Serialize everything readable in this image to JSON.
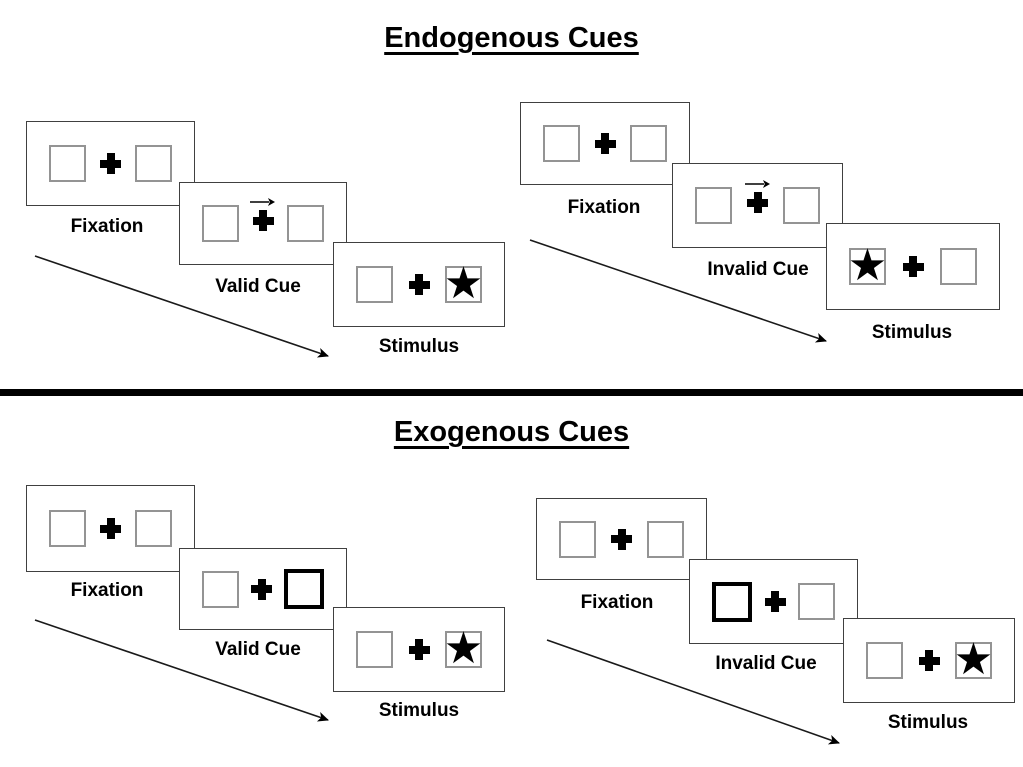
{
  "colors": {
    "background": "#ffffff",
    "panel_border": "#404040",
    "placeholder_box_border": "#949494",
    "ink": "#000000"
  },
  "icons": {
    "star": "★",
    "fixation_cross": "+",
    "cue_arrow_direction": "right"
  },
  "sections": [
    {
      "title": "Endogenous Cues",
      "groups": [
        {
          "name": "valid-trial",
          "panels": [
            {
              "label": "Fixation",
              "center": "cross",
              "left_box": "empty",
              "right_box": "empty"
            },
            {
              "label": "Valid Cue",
              "center": "cross-with-right-arrow",
              "left_box": "empty",
              "right_box": "empty"
            },
            {
              "label": "Stimulus",
              "center": "cross",
              "left_box": "empty",
              "right_box": "star"
            }
          ]
        },
        {
          "name": "invalid-trial",
          "panels": [
            {
              "label": "Fixation",
              "center": "cross",
              "left_box": "empty",
              "right_box": "empty"
            },
            {
              "label": "Invalid Cue",
              "center": "cross-with-right-arrow",
              "left_box": "empty",
              "right_box": "empty"
            },
            {
              "label": "Stimulus",
              "center": "cross",
              "left_box": "star",
              "right_box": "empty"
            }
          ]
        }
      ]
    },
    {
      "title": "Exogenous Cues",
      "groups": [
        {
          "name": "valid-trial",
          "panels": [
            {
              "label": "Fixation",
              "center": "cross",
              "left_box": "empty",
              "right_box": "empty"
            },
            {
              "label": "Valid Cue",
              "center": "cross",
              "left_box": "empty",
              "right_box": "thick-outline"
            },
            {
              "label": "Stimulus",
              "center": "cross",
              "left_box": "empty",
              "right_box": "star"
            }
          ]
        },
        {
          "name": "invalid-trial",
          "panels": [
            {
              "label": "Fixation",
              "center": "cross",
              "left_box": "empty",
              "right_box": "empty"
            },
            {
              "label": "Invalid Cue",
              "center": "cross",
              "left_box": "thick-outline",
              "right_box": "empty"
            },
            {
              "label": "Stimulus",
              "center": "cross",
              "left_box": "empty",
              "right_box": "star"
            }
          ]
        }
      ]
    }
  ]
}
